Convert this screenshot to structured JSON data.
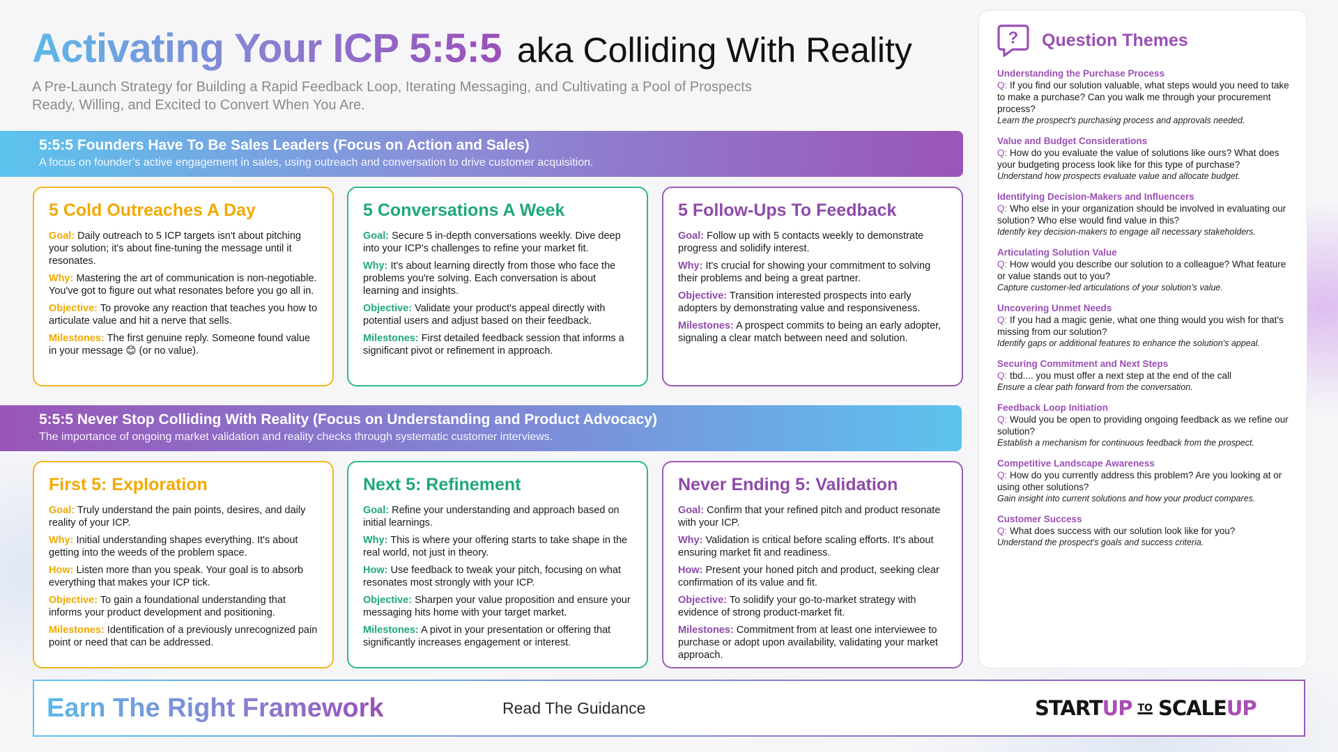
{
  "header": {
    "title_gradient": "Activating Your ICP 5:5:5",
    "title_rest": "aka Colliding With Reality",
    "subtitle": "A Pre-Launch Strategy for Building a Rapid Feedback Loop, Iterating Messaging, and Cultivating a Pool of Prospects Ready, Willing, and Excited to Convert When You Are."
  },
  "bands": [
    {
      "title": "5:5:5 Founders Have To Be Sales Leaders (Focus on Action and Sales)",
      "subtitle": "A focus on founder’s active engagement in sales, using outreach and conversation to drive customer acquisition."
    },
    {
      "title": "5:5:5 Never Stop Colliding With Reality (Focus on Understanding and Product Advocacy)",
      "subtitle": "The importance of ongoing market validation and reality checks through systematic customer interviews."
    }
  ],
  "cards": [
    {
      "title": "5 Cold Outreaches A Day",
      "items": [
        {
          "label": "Goal:",
          "text": "Daily outreach to 5 ICP targets isn't about pitching your solution; it's about fine-tuning the message until it resonates."
        },
        {
          "label": "Why:",
          "text": "Mastering the art of communication is non-negotiable. You've got to figure out what resonates before you go all in."
        },
        {
          "label": "Objective:",
          "text": "To provoke any reaction that teaches you how to articulate value and hit a nerve that sells."
        },
        {
          "label": "Milestones:",
          "text": "The first genuine reply. Someone found value in your message 😊 (or no value)."
        }
      ]
    },
    {
      "title": "5 Conversations A Week",
      "items": [
        {
          "label": "Goal:",
          "text": "Secure 5 in-depth conversations weekly. Dive deep into your ICP's challenges to refine your market fit."
        },
        {
          "label": "Why:",
          "text": "It's about learning directly from those who face the problems you're solving. Each conversation is about learning and insights."
        },
        {
          "label": "Objective:",
          "text": "Validate your product's appeal directly with potential users and adjust based on their feedback."
        },
        {
          "label": "Milestones:",
          "text": "First detailed feedback session that informs a significant pivot or refinement in approach."
        }
      ]
    },
    {
      "title": "5 Follow-Ups To Feedback",
      "items": [
        {
          "label": "Goal:",
          "text": "Follow up with 5 contacts weekly to demonstrate progress and solidify interest."
        },
        {
          "label": "Why:",
          "text": "It's crucial for showing your commitment to solving their problems and being a great partner."
        },
        {
          "label": "Objective:",
          "text": "Transition interested prospects into early adopters by demonstrating value and responsiveness."
        },
        {
          "label": "Milestones:",
          "text": "A prospect commits to being an early adopter, signaling a clear match between need and solution."
        }
      ]
    },
    {
      "title": "First 5: Exploration",
      "items": [
        {
          "label": "Goal:",
          "text": "Truly understand the pain points, desires, and daily reality of your ICP."
        },
        {
          "label": "Why:",
          "text": "Initial understanding shapes everything. It's about getting into the weeds of the problem space."
        },
        {
          "label": "How:",
          "text": "Listen more than you speak. Your goal is to absorb everything that makes your ICP tick."
        },
        {
          "label": "Objective:",
          "text": "To gain a foundational understanding that informs your product development and positioning."
        },
        {
          "label": "Milestones:",
          "text": "Identification of a previously unrecognized pain point or need that can be addressed."
        }
      ]
    },
    {
      "title": "Next 5: Refinement",
      "items": [
        {
          "label": "Goal:",
          "text": "Refine your understanding and approach based on initial learnings."
        },
        {
          "label": "Why:",
          "text": "This is where your offering starts to take shape in the real world, not just in theory."
        },
        {
          "label": "How:",
          "text": "Use feedback to tweak your pitch, focusing on what resonates most strongly with your ICP."
        },
        {
          "label": "Objective:",
          "text": "Sharpen your value proposition and ensure your messaging hits home with your target market."
        },
        {
          "label": "Milestones:",
          "text": "A pivot in your presentation or offering that significantly increases engagement or interest."
        }
      ]
    },
    {
      "title": "Never Ending 5: Validation",
      "items": [
        {
          "label": "Goal:",
          "text": "Confirm that your refined pitch and product resonate with your ICP."
        },
        {
          "label": "Why:",
          "text": "Validation is critical before scaling efforts. It's about ensuring market fit and readiness."
        },
        {
          "label": "How:",
          "text": "Present your honed pitch and product, seeking clear confirmation of its value and fit."
        },
        {
          "label": "Objective:",
          "text": "To solidify your go-to-market strategy with evidence of strong product-market fit."
        },
        {
          "label": "Milestones:",
          "text": "Commitment from at least one interviewee to purchase or adopt upon availability, validating your market approach."
        }
      ]
    }
  ],
  "side": {
    "title": "Question Themes",
    "icon_glyph": "?",
    "q_prefix": "Q:",
    "themes": [
      {
        "title": "Understanding the Purchase Process",
        "question": "If you find our solution valuable, what steps would you need to take to make a purchase? Can you walk me through your procurement process?",
        "note": "Learn the prospect's purchasing process and approvals needed."
      },
      {
        "title": "Value and Budget Considerations",
        "question": "How do you evaluate the value of solutions like ours? What does your budgeting process look like for this type of purchase?",
        "note": "Understand how prospects evaluate value and allocate budget."
      },
      {
        "title": "Identifying Decision-Makers and Influencers",
        "question": "Who else in your organization should be involved in evaluating our solution? Who else would find value in this?",
        "note": "Identify key decision-makers to engage all necessary stakeholders."
      },
      {
        "title": "Articulating Solution Value",
        "question": "How would you describe our solution to a colleague? What feature or value stands out to you?",
        "note": "Capture customer-led articulations of your solution's value."
      },
      {
        "title": "Uncovering Unmet Needs",
        "question": "If you had a magic genie, what one thing would you wish for that's missing from our solution?",
        "note": "Identify gaps or additional features to enhance the solution's appeal."
      },
      {
        "title": "Securing Commitment and Next Steps",
        "question": "tbd.... you must offer a next step at the end of the call",
        "note": "Ensure a clear path forward from the conversation."
      },
      {
        "title": "Feedback Loop Initiation",
        "question": "Would you be open to providing ongoing feedback as we refine our solution?",
        "note": "Establish a mechanism for continuous feedback from the prospect."
      },
      {
        "title": "Competitive Landscape Awareness",
        "question": "How do you currently address this problem? Are you looking at or using other solutions?",
        "note": "Gain insight into current solutions and how your product compares."
      },
      {
        "title": "Customer Success",
        "question": "What does success with our solution look like for you?",
        "note": "Understand the prospect's goals and success criteria."
      }
    ]
  },
  "footer": {
    "title": "Earn The Right Framework",
    "link": "Read The Guidance",
    "logo_part1": "START",
    "logo_part2": "UP",
    "logo_to": "TO",
    "logo_part3": "SCALE",
    "logo_part4": "UP"
  },
  "colors": {
    "yellow": "#f2a900",
    "green": "#1fa877",
    "purple": "#8e4aa8",
    "blue": "#5cc3ee"
  }
}
